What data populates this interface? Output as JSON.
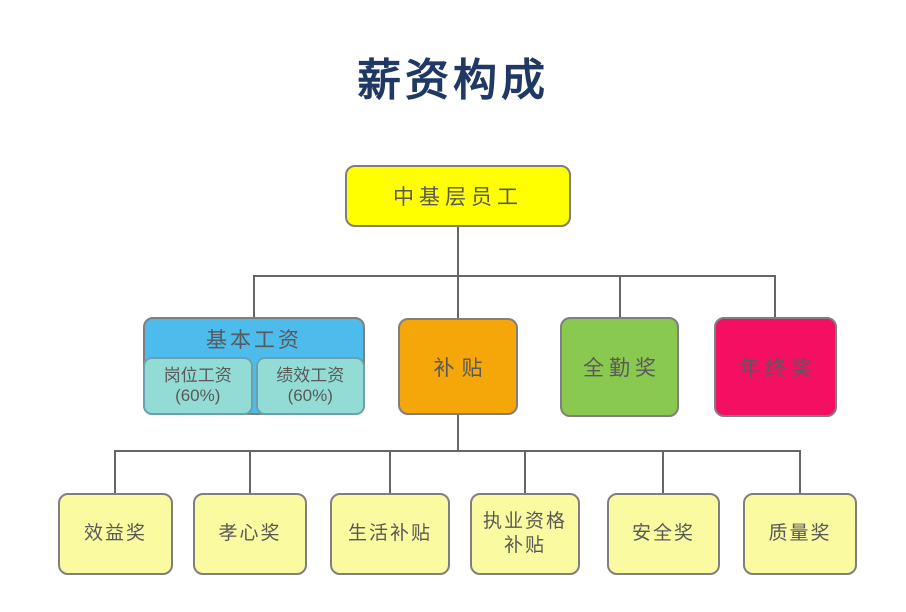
{
  "title": "薪资构成",
  "colors": {
    "title": "#1F3864",
    "root_fill": "#FFFF00",
    "basic_fill": "#4DBCEC",
    "basic_sub_fill": "#93DCD6",
    "sub_border": "#6BA0AE",
    "subsidy_fill": "#F5A608",
    "attendance_fill": "#8AC94F",
    "yearend_fill": "#F50F63",
    "leaf_fill": "#FAFAA0",
    "box_text": "#595959",
    "border": "#7F7F7F",
    "line": "#666666"
  },
  "root": {
    "label": "中基层员工"
  },
  "level2": {
    "basic": {
      "label": "基本工资",
      "children": [
        {
          "label": "岗位工资",
          "pct": "(60%)"
        },
        {
          "label": "绩效工资",
          "pct": "(60%)"
        }
      ]
    },
    "subsidy": {
      "label": "补贴"
    },
    "attendance": {
      "label": "全勤奖"
    },
    "yearend": {
      "label": "年终奖"
    }
  },
  "level3": [
    {
      "label": "效益奖"
    },
    {
      "label": "孝心奖"
    },
    {
      "label": "生活补贴"
    },
    {
      "label": "执业资格\n补贴"
    },
    {
      "label": "安全奖"
    },
    {
      "label": "质量奖"
    }
  ]
}
